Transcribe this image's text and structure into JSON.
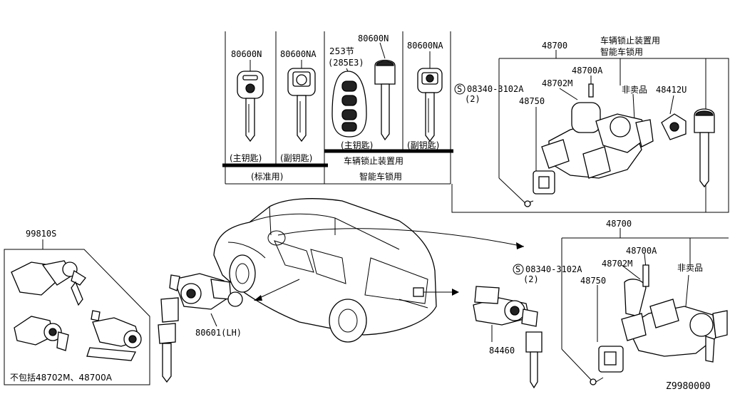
{
  "keys_panel": {
    "key1_part": "80600N",
    "key2_part": "80600NA",
    "fob_part_line1": "253节",
    "fob_part_line2": "(285E3)",
    "key3_part": "80600N",
    "key4_part": "80600NA",
    "master_key": "(主钥匙)",
    "sub_key": "(副钥匙)",
    "standard_use": "(标准用)",
    "fob_master_key": "(主钥匙)",
    "sub_key_right": "(副钥匙)",
    "immobilizer_use_line1": "车辆锁止装置用",
    "immobilizer_use_line2": "智能车锁用"
  },
  "upper_assembly": {
    "title_line1": "车辆锁止装置用",
    "title_line2": "智能车锁用",
    "main_part": "48700",
    "screw_part": "08340-3102A",
    "screw_qty": "(2)",
    "screw_symbol": "S",
    "part_48700a": "48700A",
    "part_48702m": "48702M",
    "not_for_sale": "非卖品",
    "part_48412u": "48412U",
    "part_48750": "48750"
  },
  "left_set": {
    "part": "99810S",
    "note": "不包括48702M、48700A"
  },
  "door_lock": {
    "part": "80601(LH)"
  },
  "trunk_lock": {
    "part": "84460"
  },
  "lower_assembly": {
    "main_part": "48700",
    "screw_part": "08340-3102A",
    "screw_qty": "(2)",
    "screw_symbol": "S",
    "part_48700a": "48700A",
    "part_48702m": "48702M",
    "not_for_sale": "非卖品",
    "part_48750": "48750"
  },
  "diagram_code": "Z9980000"
}
